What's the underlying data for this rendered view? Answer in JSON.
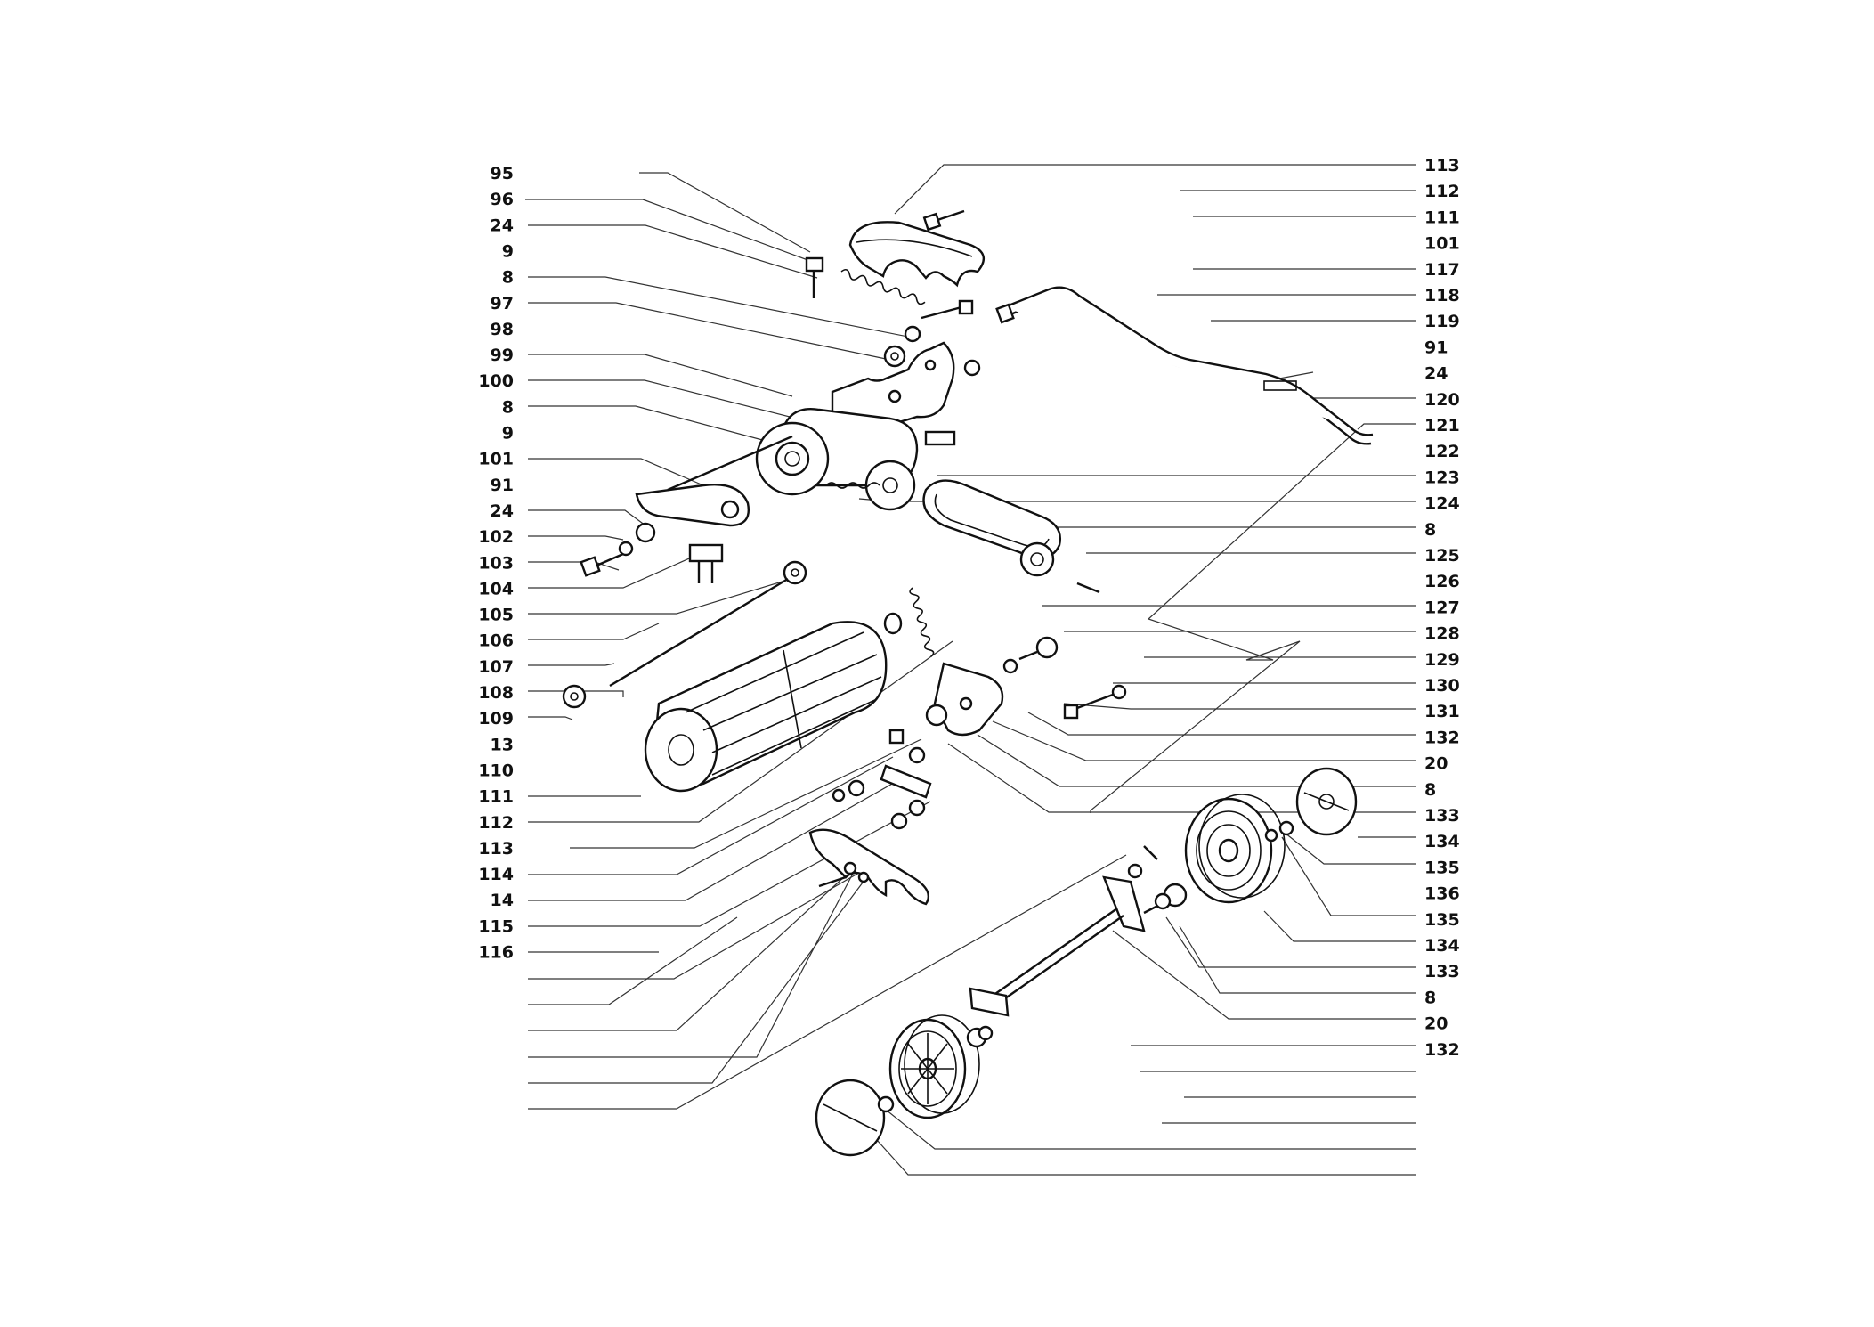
{
  "callouts_left": [
    "95",
    "96",
    "24",
    "9",
    "8",
    "97",
    "98",
    "99",
    "100",
    "8",
    "9",
    "101",
    "91",
    "24",
    "102",
    "103",
    "104",
    "105",
    "106",
    "107",
    "108",
    "109",
    "13",
    "110",
    "111",
    "112",
    "113",
    "114",
    "14",
    "115",
    "116"
  ],
  "callouts_right": [
    "113",
    "112",
    "111",
    "101",
    "117",
    "118",
    "119",
    "91",
    "24",
    "120",
    "121",
    "122",
    "123",
    "124",
    "8",
    "125",
    "126",
    "127",
    "128",
    "129",
    "130",
    "131",
    "132",
    "20",
    "8",
    "133",
    "134",
    "135",
    "136",
    "135",
    "134",
    "133",
    "8",
    "20",
    "132"
  ]
}
